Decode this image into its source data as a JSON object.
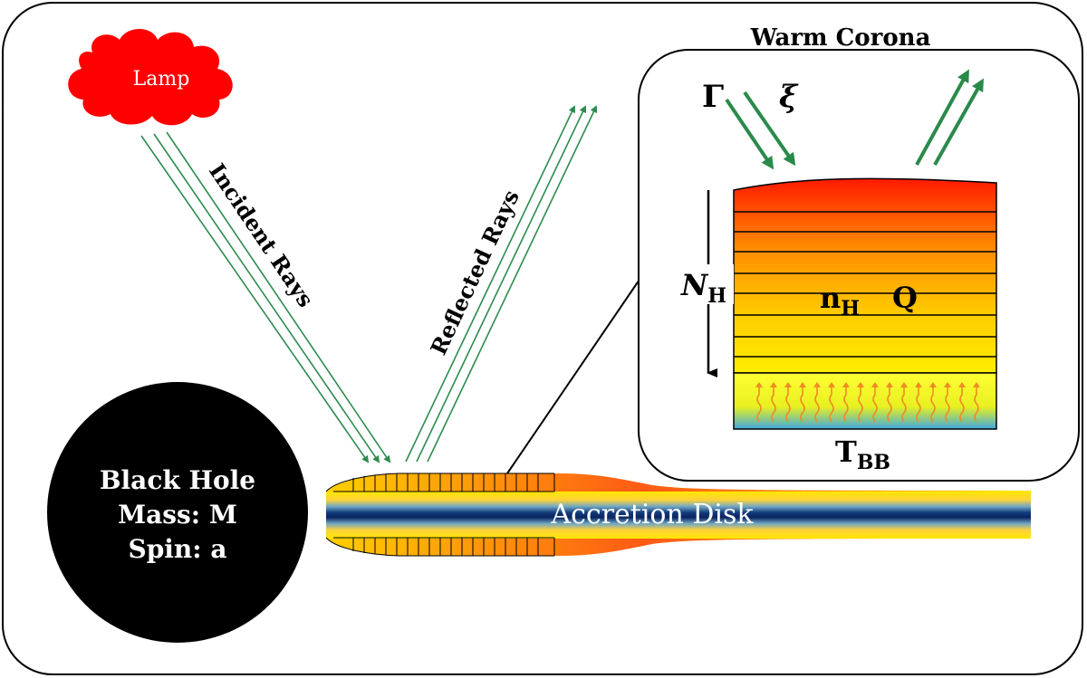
{
  "labels": {
    "lamp": "Lamp",
    "incident_rays": "Incident Rays",
    "reflected_rays": "Reflected Rays",
    "black_hole_line1": "Black Hole",
    "black_hole_line2": "Mass: M",
    "black_hole_line3": "Spin: a",
    "accretion_disk": "Accretion Disk",
    "warm_corona": "Warm Corona",
    "gamma": "Γ",
    "xi": "ξ",
    "column_density": "N",
    "column_density_sub": "H",
    "density": "n",
    "density_sub": "H",
    "heating": "Q",
    "temperature": "T",
    "temperature_sub": "BB"
  },
  "colors": {
    "lamp": "#ff0000",
    "rays": "#2e8b4e",
    "corona_arrows": "#2a8a4a",
    "black_hole": "#000000",
    "disk_core": "#0d2b6b",
    "disk_outer": "#ffe600",
    "slab_top": "#ff1a00",
    "slab_bottom": "#ffee00",
    "blackbody_base": "#4aa8d8"
  }
}
